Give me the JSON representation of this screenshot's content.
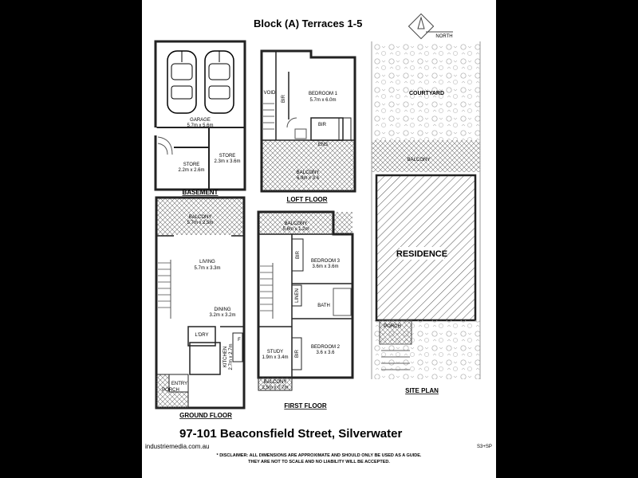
{
  "header": {
    "title": "Block (A) Terraces 1-5"
  },
  "compass": {
    "label": "NORTH"
  },
  "basement": {
    "caption": "BASEMENT",
    "garage": {
      "name": "GARAGE",
      "size": "5.7m x 5.6m"
    },
    "store1": {
      "name": "STORE",
      "size": "2.2m x 2.6m"
    },
    "store2": {
      "name": "STORE",
      "size": "2.3m x 3.6m"
    }
  },
  "loft": {
    "caption": "LOFT FLOOR",
    "void": "VOID",
    "bir": "BIR",
    "bedroom": {
      "name": "BEDROOM 1",
      "size": "5.7m x 6.0m"
    },
    "bir2": "BIR",
    "ens": "ENS",
    "balcony": {
      "name": "BALCONY",
      "size": "6.9m x 3.4"
    }
  },
  "ground": {
    "caption": "GROUND FLOOR",
    "balcony": {
      "name": "BALCONY",
      "size": "5.7m x 2.5m"
    },
    "living": {
      "name": "LIVING",
      "size": "5.7m x 3.3m"
    },
    "dining": {
      "name": "DINING",
      "size": "3.2m x 3.2m"
    },
    "ldry": "L'DRY",
    "kitchen": {
      "name": "KITCHEN",
      "size": "2.7m x 2.7m"
    },
    "f": "F",
    "entry": "ENTRY",
    "porch": "PORCH"
  },
  "first": {
    "caption": "FIRST FLOOR",
    "balcony": {
      "name": "BALCONY",
      "size": "5.6m x 1.2m"
    },
    "bir": "BIR",
    "bedroom3": {
      "name": "BEDROOM 3",
      "size": "3.6m x 3.6m"
    },
    "linen": "LINEN",
    "bath": "BATH",
    "study": {
      "name": "STUDY",
      "size": "1.9m x 3.4m"
    },
    "bir2": "BIR",
    "bedroom2": {
      "name": "BEDROOM 2",
      "size": "3.6 x 3.6"
    },
    "balcony2": {
      "name": "BALCONY",
      "size": "2.5m x 0.7m"
    }
  },
  "site": {
    "caption": "SITE PLAN",
    "courtyard": "COURTYARD",
    "balcony": "BALCONY",
    "residence": "RESIDENCE",
    "porch": "PORCH"
  },
  "footer": {
    "address": "97-101 Beaconsfield Street, Silverwater",
    "website": "industriemedia.com.au",
    "code": "S3+SP",
    "disclaimer1": "* DISCLAIMER: ALL DIMENSIONS ARE APPROXIMATE AND SHOULD ONLY BE USED AS A GUIDE.",
    "disclaimer2": "THEY ARE NOT TO SCALE AND NO LIABILITY WILL BE ACCEPTED."
  }
}
